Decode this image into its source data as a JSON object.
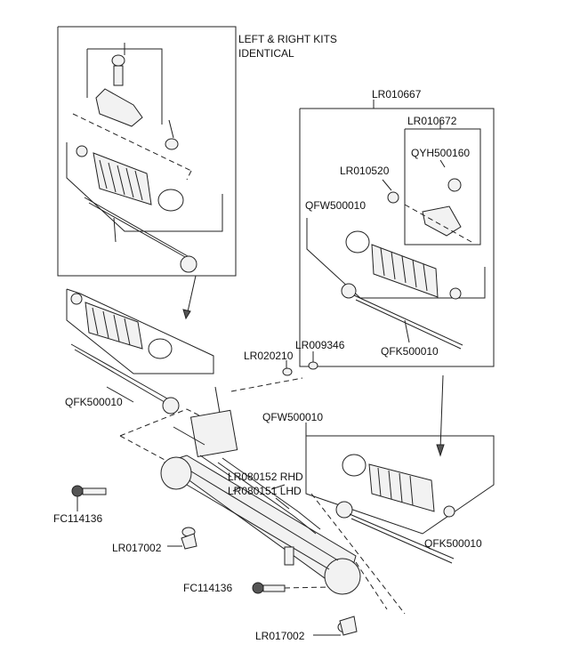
{
  "labels": {
    "kits_line1": "LEFT & RIGHT KITS",
    "kits_line2": "IDENTICAL",
    "lr010667": "LR010667",
    "lr010672": "LR010672",
    "qyh500160": "QYH500160",
    "lr010520": "LR010520",
    "qfw500010_top": "QFW500010",
    "qfk500010_right": "QFK500010",
    "lr020210": "LR020210",
    "lr009346": "LR009346",
    "qfk500010_left": "QFK500010",
    "qfw500010_mid": "QFW500010",
    "lr080152": "LR080152 RHD",
    "lr080151": "LR080151 LHD",
    "fc114136_left": "FC114136",
    "lr017002_left": "LR017002",
    "qfk500010_lower": "QFK500010",
    "fc114136_bottom": "FC114136",
    "lr017002_bottom": "LR017002"
  },
  "colors": {
    "line": "#222222",
    "part_fill": "#f2f2f2",
    "background": "#ffffff"
  }
}
